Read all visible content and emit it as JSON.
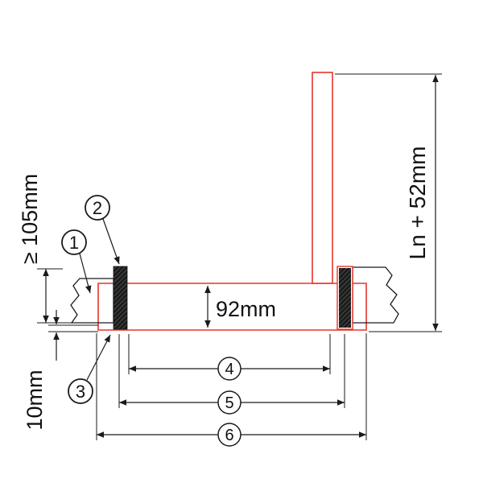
{
  "colors": {
    "red": "#e53629",
    "line": "#1a1a1a"
  },
  "dimensions": {
    "wall_min": "≥ 105mm",
    "leaf_height": "Ln + 52mm",
    "profile_height": "92mm",
    "recess_depth": "10mm"
  },
  "callouts": {
    "c1": "1",
    "c2": "2",
    "c3": "3"
  },
  "dim_marks": {
    "d4": "4",
    "d5": "5",
    "d6": "6"
  }
}
